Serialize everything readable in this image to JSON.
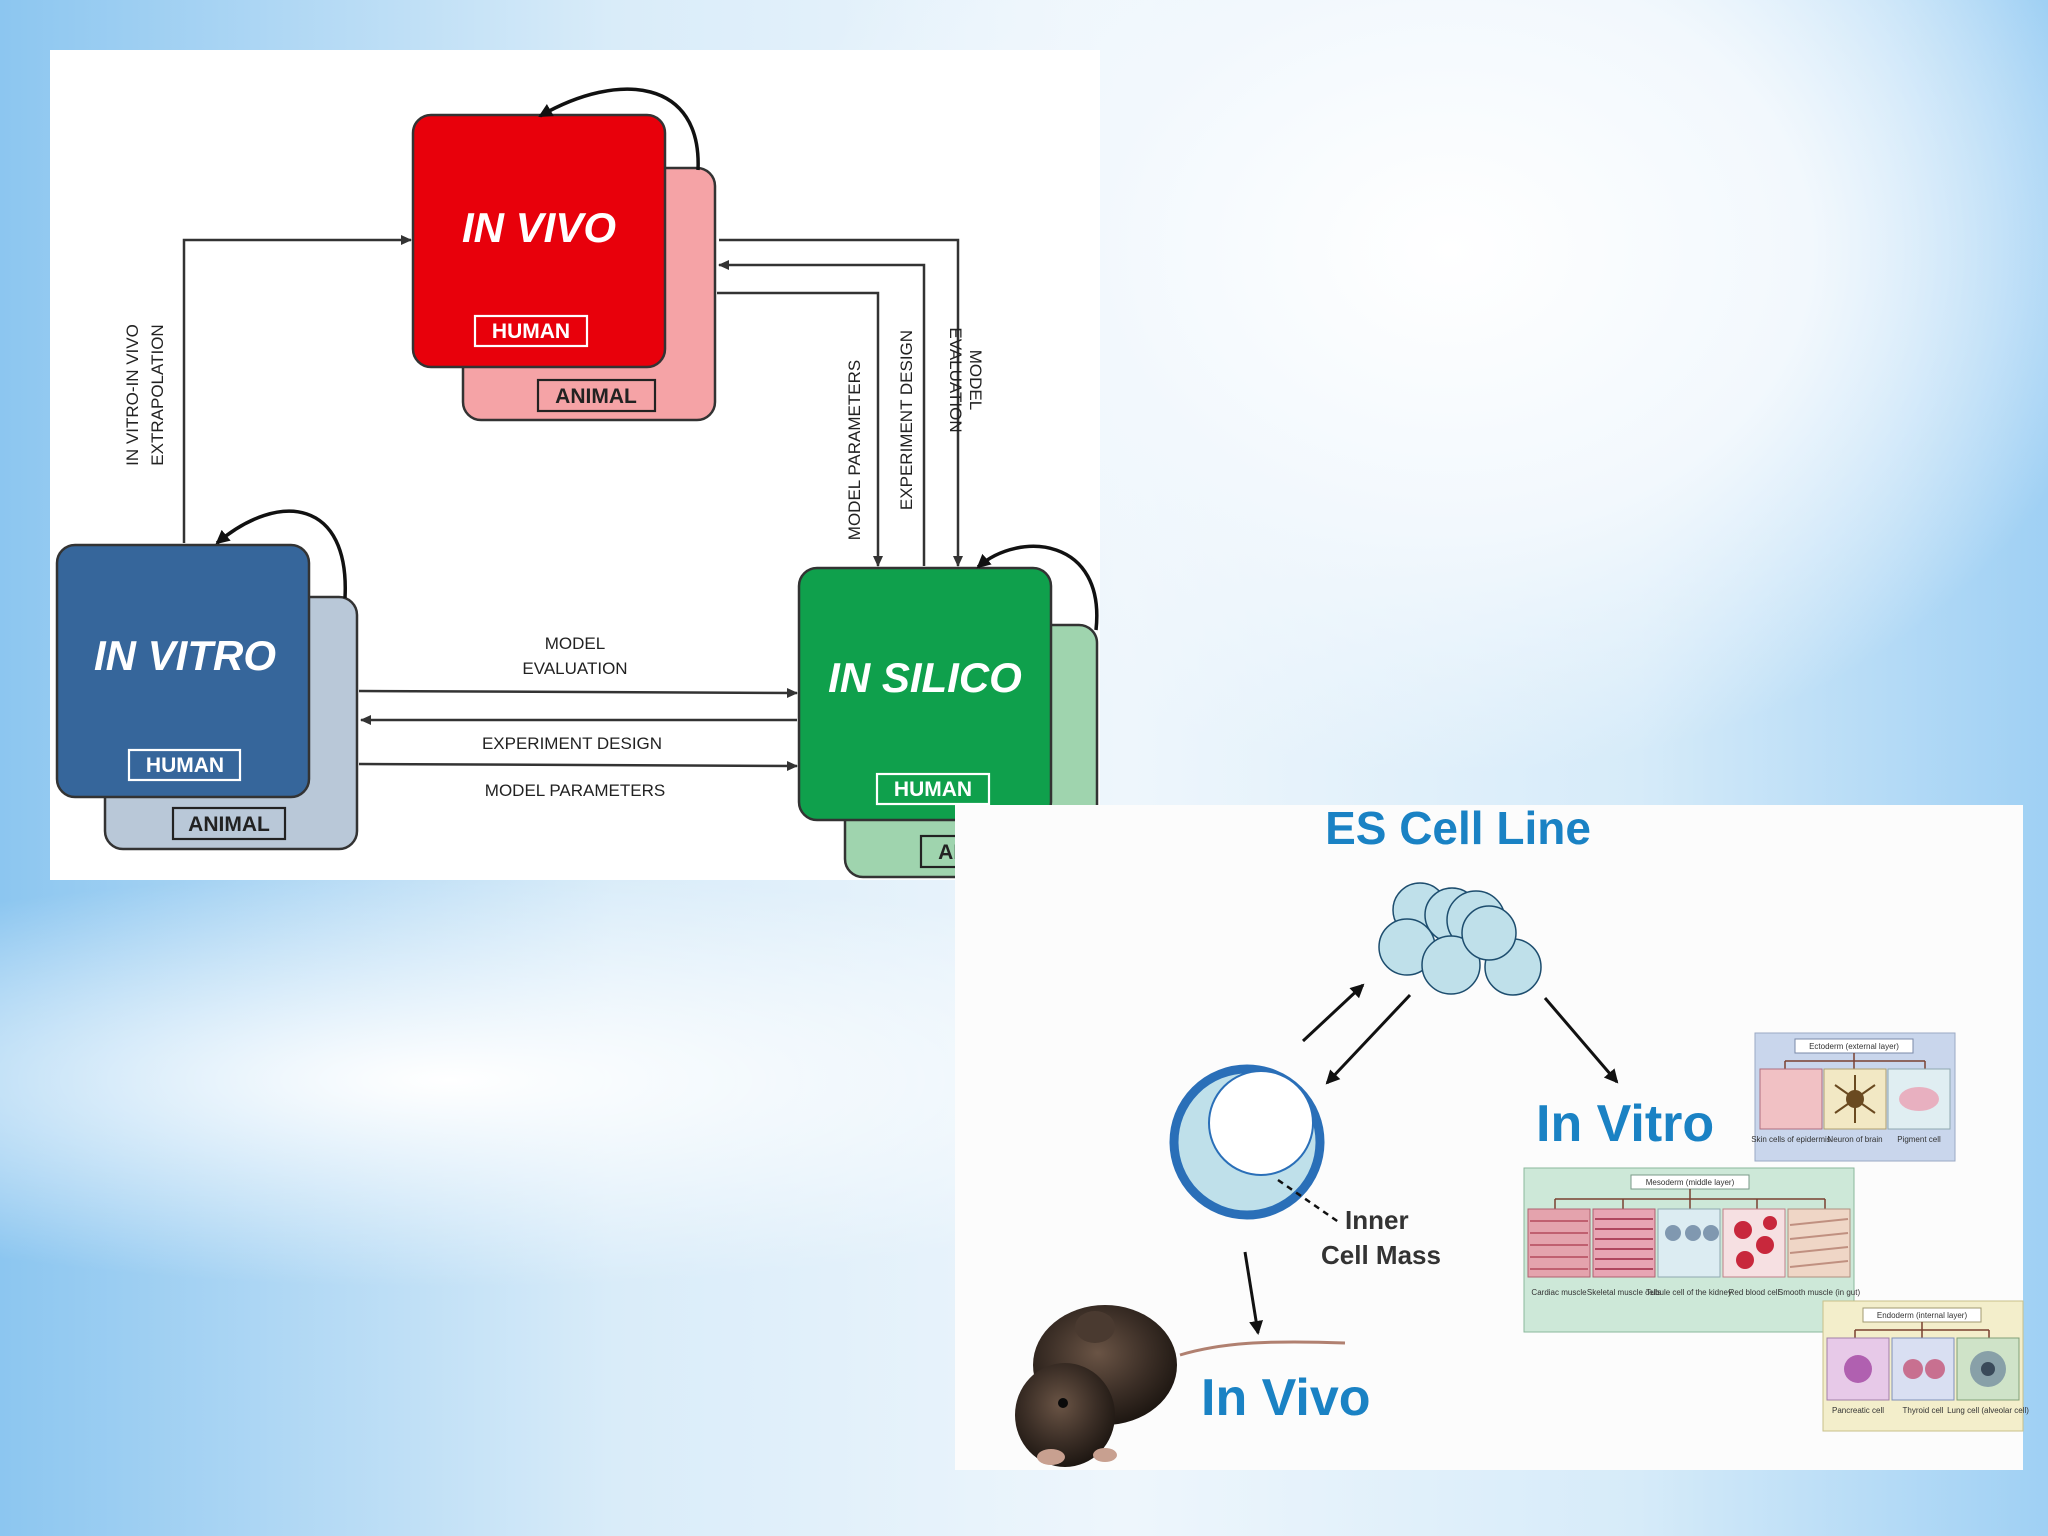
{
  "diagram_a": {
    "nodes": {
      "in_vivo": {
        "label": "IN VIVO",
        "front_tag": "HUMAN",
        "back_tag": "ANIMAL",
        "color": "#e8000b",
        "back_color": "#f5a3a6"
      },
      "in_vitro": {
        "label": "IN VITRO",
        "front_tag": "HUMAN",
        "back_tag": "ANIMAL",
        "color": "#36669b",
        "back_color": "#b9c8d8"
      },
      "in_silico": {
        "label": "IN SILICO",
        "front_tag": "HUMAN",
        "back_tag": "ANIMAL",
        "color": "#0fa04c",
        "back_color": "#9fd4ae"
      }
    },
    "edges": {
      "vitro_vivo_1": "IN VITRO-IN VIVO",
      "vitro_vivo_2": "EXTRAPOLATION",
      "model_params_vert": "MODEL PARAMETERS",
      "experiment_design_vert": "EXPERIMENT DESIGN",
      "model_eval_vert_1": "MODEL",
      "model_eval_vert_2": "EVALUATION",
      "model_eval_h_1": "MODEL",
      "model_eval_h_2": "EVALUATION",
      "experiment_design_h": "EXPERIMENT DESIGN",
      "model_params_h": "MODEL PARAMETERS"
    }
  },
  "diagram_b": {
    "title": "ES Cell Line",
    "in_vitro": "In Vitro",
    "in_vivo": "In Vivo",
    "inner_1": "Inner",
    "inner_2": "Cell Mass",
    "accent": "#1a82c4",
    "panels": {
      "ectoderm": {
        "title": "Ectoderm (external layer)",
        "cells": [
          "Skin cells of epidermis",
          "Neuron of brain",
          "Pigment cell"
        ]
      },
      "mesoderm": {
        "title": "Mesoderm (middle layer)",
        "cells": [
          "Cardiac muscle",
          "Skeletal muscle cells",
          "Tubule cell of the kidney",
          "Red blood cell",
          "Smooth muscle (in gut)"
        ]
      },
      "endoderm": {
        "title": "Endoderm (internal layer)",
        "cells": [
          "Pancreatic cell",
          "Thyroid cell",
          "Lung cell (alveolar cell)"
        ]
      }
    }
  }
}
